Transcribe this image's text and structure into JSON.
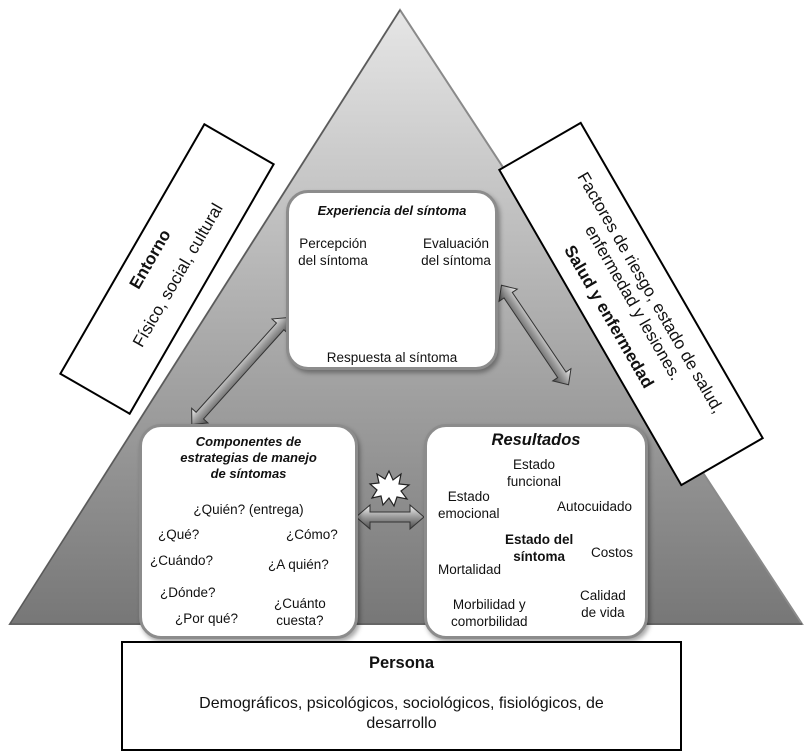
{
  "environment": {
    "title": "Entorno",
    "subtitle": "Físico, social, cultural"
  },
  "health": {
    "title": "Salud y enfermedad",
    "subtitle": "Factores de riesgo, estado de salud, enfermedad y lesiones."
  },
  "experience": {
    "title": "Experiencia del síntoma",
    "perception": [
      "Percepción",
      "del síntoma"
    ],
    "evaluation": [
      "Evaluación",
      "del síntoma"
    ],
    "response": "Respuesta al síntoma"
  },
  "strategies": {
    "title": [
      "Componentes de",
      "estrategias de manejo",
      "de síntomas"
    ],
    "items": {
      "who": "¿Quién? (entrega)",
      "what": "¿Qué?",
      "how": "¿Cómo?",
      "when": "¿Cuándo?",
      "to_whom": "¿A quién?",
      "where": "¿Dónde?",
      "why": "¿Por qué?",
      "cost": [
        "¿Cuánto",
        "cuesta?"
      ]
    }
  },
  "outcomes": {
    "title": "Resultados",
    "functional": [
      "Estado",
      "funcional"
    ],
    "emotional": [
      "Estado",
      "emocional"
    ],
    "selfcare": "Autocuidado",
    "symptom": [
      "Estado del",
      "síntoma"
    ],
    "costs": "Costos",
    "mortality": "Mortalidad",
    "morbidity": [
      "Morbilidad y",
      "comorbilidad"
    ],
    "quality": [
      "Calidad",
      "de vida"
    ]
  },
  "person": {
    "title": "Persona",
    "line1": "Demográficos, psicológicos, sociológicos, fisiológicos, de",
    "line2": "desarrollo"
  },
  "colors": {
    "triangle_top": "#e4e4e4",
    "triangle_bottom": "#7a7a7a",
    "box_border": "#8c8c8c"
  }
}
